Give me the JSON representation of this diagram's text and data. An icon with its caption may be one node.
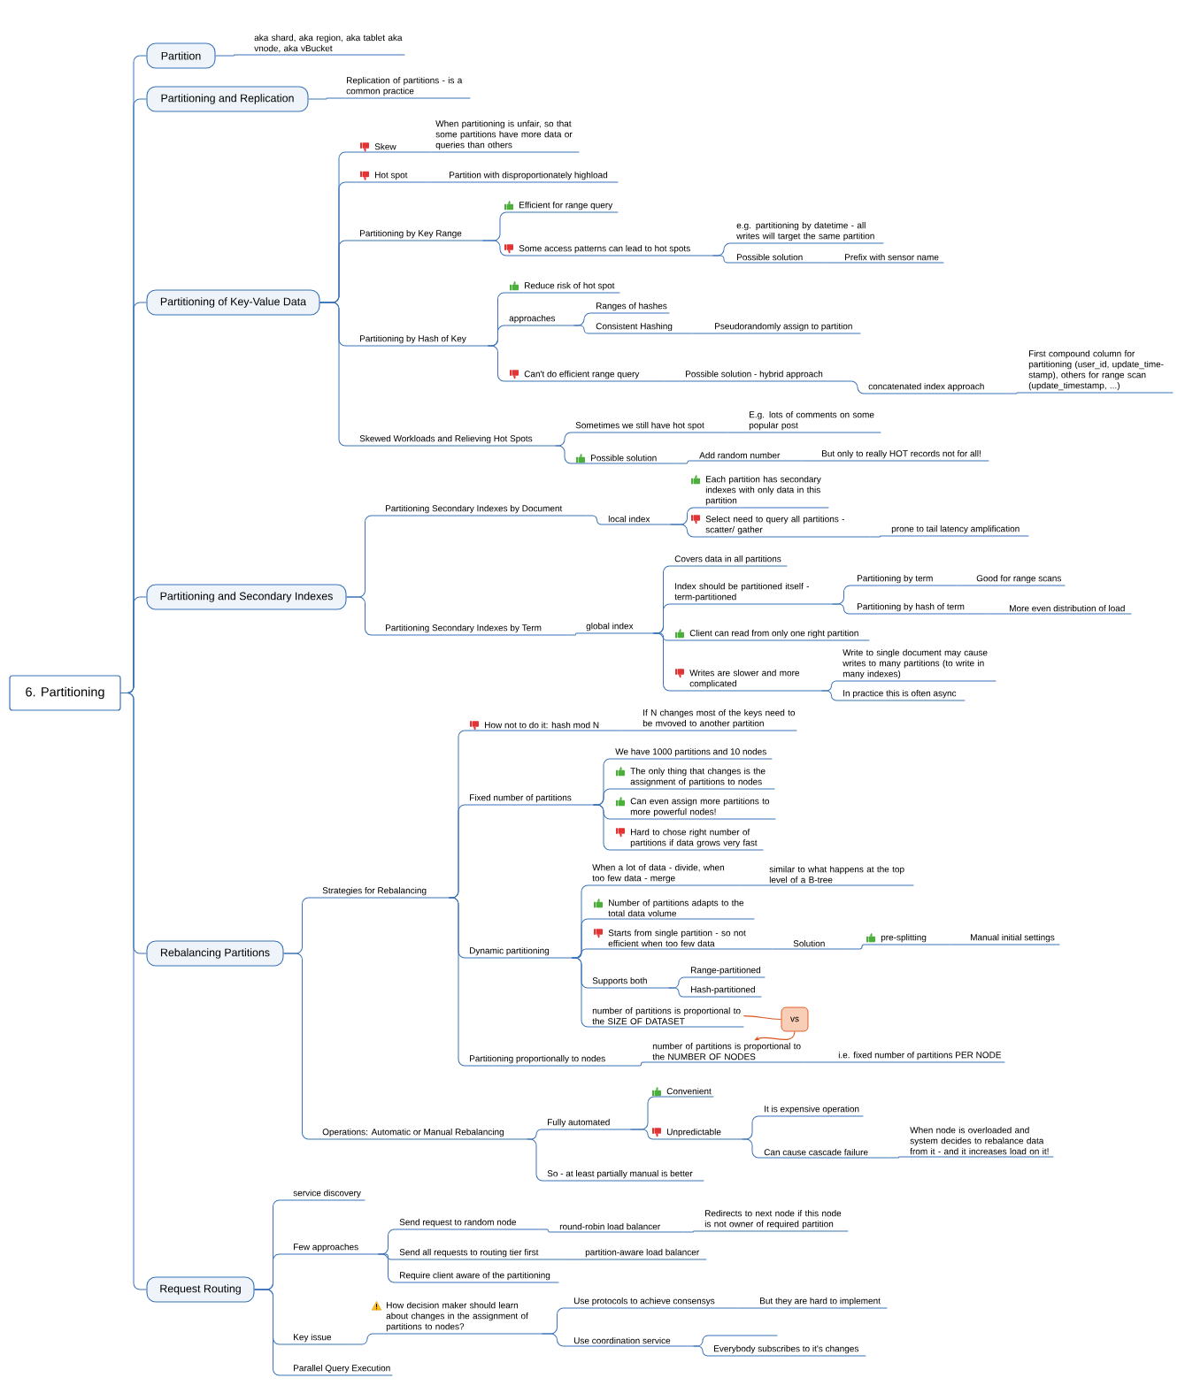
{
  "diagram": {
    "nodes": [
      {
        "text": [
          "6. Partitioning"
        ]
      },
      {
        "text": [
          "Partition"
        ]
      },
      {
        "text": [
          "aka shard, aka region, aka tablet aka vnode, aka vBucket"
        ]
      },
      {
        "text": [
          "Partitioning and Replication"
        ]
      },
      {
        "text": [
          "Replication of partitions - is a common practice"
        ]
      },
      {
        "text": [
          "Partitioning of Key-Value Data"
        ]
      },
      {
        "text": [
          "Skew"
        ]
      },
      {
        "text": [
          "When partitioning is unfair, so that some partitions have more data or queries than others"
        ]
      },
      {
        "text": [
          "Hot spot"
        ]
      },
      {
        "text": [
          "Partition with disproportionately highload"
        ]
      },
      {
        "text": [
          "Partitioning by Key Range"
        ]
      },
      {
        "text": [
          "Efficient for range query"
        ]
      },
      {
        "text": [
          "Some access patterns can lead to hot spots"
        ]
      },
      {
        "text": [
          "e.g. partitioning by datetime - all writes will target the same partition"
        ]
      },
      {
        "text": [
          "Possible solution"
        ]
      },
      {
        "text": [
          "Prefix with sensor name"
        ]
      },
      {
        "text": [
          "Partitioning by Hash of Key"
        ]
      },
      {
        "text": [
          "Reduce risk of hot spot"
        ]
      },
      {
        "text": [
          "approaches"
        ]
      },
      {
        "text": [
          "Ranges of hashes"
        ]
      },
      {
        "text": [
          "Consistent Hashing"
        ]
      },
      {
        "text": [
          "Pseudorandomly assign to partition"
        ]
      },
      {
        "text": [
          "Can't do efficient range query"
        ]
      },
      {
        "text": [
          "Possible solution - hybrid approach"
        ]
      },
      {
        "text": [
          "concatenated index approach"
        ]
      },
      {
        "text": [
          "First compound column for partitioning (user_id, update_time-stamp), others for range scan (update_timestamp, ...)"
        ]
      },
      {
        "text": [
          "Skewed Workloads and Relieving Hot Spots"
        ]
      },
      {
        "text": [
          "Sometimes we still have hot spot"
        ]
      },
      {
        "text": [
          "E.g. lots of comments on some popular post"
        ]
      },
      {
        "text": [
          "Possible solution"
        ]
      },
      {
        "text": [
          "Add random number"
        ]
      },
      {
        "text": [
          "But only to really HOT records not for all!"
        ]
      },
      {
        "text": [
          "Partitioning and Secondary Indexes"
        ]
      },
      {
        "text": [
          "Partitioning Secondary Indexes by Document"
        ]
      },
      {
        "text": [
          "local index"
        ]
      },
      {
        "text": [
          "Each partition has secondary indexes with only data in this partition"
        ]
      },
      {
        "text": [
          "Select need to query all partitions - scatter/ gather"
        ]
      },
      {
        "text": [
          "prone to tail latency amplification"
        ]
      },
      {
        "text": [
          "Partitioning Secondary Indexes by Term"
        ]
      },
      {
        "text": [
          "global index"
        ]
      },
      {
        "text": [
          "Covers data in all partitions"
        ]
      },
      {
        "text": [
          "Index should be partitioned itself - term-partitioned"
        ]
      },
      {
        "text": [
          "Partitioning by term"
        ]
      },
      {
        "text": [
          "Good for range scans"
        ]
      },
      {
        "text": [
          "Partitioning by hash of term"
        ]
      },
      {
        "text": [
          "More even distribution of load"
        ]
      },
      {
        "text": [
          "Client can read from only one right partition"
        ]
      },
      {
        "text": [
          "Writes are slower and more complicated"
        ]
      },
      {
        "text": [
          "Write to single document may cause writes to many partitions (to write in many indexes)"
        ]
      },
      {
        "text": [
          "In practice this is often async"
        ]
      },
      {
        "text": [
          "Rebalancing Partitions"
        ]
      },
      {
        "text": [
          "Strategies for Rebalancing"
        ]
      },
      {
        "text": [
          "How not to do it: hash mod N"
        ]
      },
      {
        "text": [
          "If N changes most of the keys need to be mvoved to another partition"
        ]
      },
      {
        "text": [
          "Fixed number of partitions"
        ]
      },
      {
        "text": [
          "We have 1000 partitions and 10 nodes"
        ]
      },
      {
        "text": [
          "The only thing that changes is the assignment of partitions to nodes"
        ]
      },
      {
        "text": [
          "Can even assign more partitions to more powerful nodes!"
        ]
      },
      {
        "text": [
          "Hard to chose right number of partitions if data grows very fast"
        ]
      },
      {
        "text": [
          "Dynamic partitioning"
        ]
      },
      {
        "text": [
          "When a lot of data - divide, when too few data - merge"
        ]
      },
      {
        "text": [
          "similar to what happens at the top level of a B-tree"
        ]
      },
      {
        "text": [
          "Number of partitions adapts to the total data volume"
        ]
      },
      {
        "text": [
          "Starts from single partition - so not efficient when too few data"
        ]
      },
      {
        "text": [
          "Solution"
        ]
      },
      {
        "text": [
          "pre-splitting"
        ]
      },
      {
        "text": [
          "Manual initial settings"
        ]
      },
      {
        "text": [
          "Supports both"
        ]
      },
      {
        "text": [
          "Range-partitioned"
        ]
      },
      {
        "text": [
          "Hash-partitioned"
        ]
      },
      {
        "text": [
          "number of partitions is proportional to the SIZE OF DATASET"
        ]
      },
      {
        "text": [
          "vs"
        ]
      },
      {
        "text": [
          "Partitioning proportionally to nodes"
        ]
      },
      {
        "text": [
          "number of partitions is proportional to the NUMBER OF NODES"
        ]
      },
      {
        "text": [
          "i.e. fixed number of partitions PER NODE"
        ]
      },
      {
        "text": [
          "Operations: Automatic or Manual Rebalancing"
        ]
      },
      {
        "text": [
          "Fully automated"
        ]
      },
      {
        "text": [
          "Convenient"
        ]
      },
      {
        "text": [
          "Unpredictable"
        ]
      },
      {
        "text": [
          "It is expensive operation"
        ]
      },
      {
        "text": [
          "Can cause cascade failure"
        ]
      },
      {
        "text": [
          "When node is overloaded and system decides to rebalance data from it - and it increases load on it!"
        ]
      },
      {
        "text": [
          "So - at least partially manual is better"
        ]
      },
      {
        "text": [
          "Request Routing"
        ]
      },
      {
        "text": [
          "service discovery"
        ]
      },
      {
        "text": [
          "Few approaches"
        ]
      },
      {
        "text": [
          "Send request to random node"
        ]
      },
      {
        "text": [
          "round-robin load balancer"
        ]
      },
      {
        "text": [
          "Redirects to next node if this node is not owner of required partition"
        ]
      },
      {
        "text": [
          "Send all requests to routing tier first"
        ]
      },
      {
        "text": [
          "partition-aware load balancer"
        ]
      },
      {
        "text": [
          "Require client aware of the partitioning"
        ]
      },
      {
        "text": [
          "Key issue"
        ]
      },
      {
        "text": [
          "How decision maker should learn about changes in the assignment of partitions to nodes?"
        ]
      },
      {
        "text": [
          "Use protocols to achieve consensys"
        ]
      },
      {
        "text": [
          "But they are hard to implement"
        ]
      },
      {
        "text": [
          "Use coordination service"
        ]
      },
      {
        "text": [],
        "shape": "line"
      },
      {
        "text": [
          "Everybody subscribes to it's changes"
        ]
      },
      {
        "text": [
          "Parallel Query Execution"
        ]
      }
    ],
    "edges": [
      {
        "from": 0,
        "to": 1,
        "arrow": "none"
      },
      {
        "from": 1,
        "to": 2,
        "arrow": "none"
      },
      {
        "from": 0,
        "to": 3,
        "arrow": "none"
      },
      {
        "from": 3,
        "to": 4,
        "arrow": "none"
      },
      {
        "from": 0,
        "to": 5,
        "arrow": "none"
      },
      {
        "from": 5,
        "to": 6,
        "arrow": "none"
      },
      {
        "from": 6,
        "to": 7,
        "arrow": "none"
      },
      {
        "from": 5,
        "to": 8,
        "arrow": "none"
      },
      {
        "from": 8,
        "to": 9,
        "arrow": "none"
      },
      {
        "from": 5,
        "to": 10,
        "arrow": "none"
      },
      {
        "from": 10,
        "to": 11,
        "arrow": "none"
      },
      {
        "from": 10,
        "to": 12,
        "arrow": "none"
      },
      {
        "from": 12,
        "to": 13,
        "arrow": "none"
      },
      {
        "from": 12,
        "to": 14,
        "arrow": "none"
      },
      {
        "from": 14,
        "to": 15,
        "arrow": "none"
      },
      {
        "from": 5,
        "to": 16,
        "arrow": "none"
      },
      {
        "from": 16,
        "to": 17,
        "arrow": "none"
      },
      {
        "from": 16,
        "to": 18,
        "arrow": "none"
      },
      {
        "from": 18,
        "to": 19,
        "arrow": "none"
      },
      {
        "from": 18,
        "to": 20,
        "arrow": "none"
      },
      {
        "from": 20,
        "to": 21,
        "arrow": "none"
      },
      {
        "from": 16,
        "to": 22,
        "arrow": "none"
      },
      {
        "from": 22,
        "to": 23,
        "arrow": "none"
      },
      {
        "from": 23,
        "to": 24,
        "arrow": "none"
      },
      {
        "from": 24,
        "to": 25,
        "arrow": "none"
      },
      {
        "from": 5,
        "to": 26,
        "arrow": "none"
      },
      {
        "from": 26,
        "to": 27,
        "arrow": "none"
      },
      {
        "from": 27,
        "to": 28,
        "arrow": "none"
      },
      {
        "from": 26,
        "to": 29,
        "arrow": "none"
      },
      {
        "from": 29,
        "to": 30,
        "arrow": "none"
      },
      {
        "from": 30,
        "to": 31,
        "arrow": "none"
      },
      {
        "from": 0,
        "to": 32,
        "arrow": "none"
      },
      {
        "from": 32,
        "to": 33,
        "arrow": "none"
      },
      {
        "from": 33,
        "to": 34,
        "arrow": "none"
      },
      {
        "from": 34,
        "to": 35,
        "arrow": "none"
      },
      {
        "from": 34,
        "to": 36,
        "arrow": "none"
      },
      {
        "from": 36,
        "to": 37,
        "arrow": "none"
      },
      {
        "from": 32,
        "to": 38,
        "arrow": "none"
      },
      {
        "from": 38,
        "to": 39,
        "arrow": "none"
      },
      {
        "from": 39,
        "to": 40,
        "arrow": "none"
      },
      {
        "from": 39,
        "to": 41,
        "arrow": "none"
      },
      {
        "from": 41,
        "to": 42,
        "arrow": "none"
      },
      {
        "from": 42,
        "to": 43,
        "arrow": "none"
      },
      {
        "from": 41,
        "to": 44,
        "arrow": "none"
      },
      {
        "from": 44,
        "to": 45,
        "arrow": "none"
      },
      {
        "from": 39,
        "to": 46,
        "arrow": "none"
      },
      {
        "from": 39,
        "to": 47,
        "arrow": "none"
      },
      {
        "from": 47,
        "to": 48,
        "arrow": "none"
      },
      {
        "from": 47,
        "to": 49,
        "arrow": "none"
      },
      {
        "from": 0,
        "to": 50,
        "arrow": "none"
      },
      {
        "from": 50,
        "to": 51,
        "arrow": "none"
      },
      {
        "from": 51,
        "to": 52,
        "arrow": "none"
      },
      {
        "from": 52,
        "to": 53,
        "arrow": "none"
      },
      {
        "from": 51,
        "to": 54,
        "arrow": "none"
      },
      {
        "from": 54,
        "to": 55,
        "arrow": "none"
      },
      {
        "from": 54,
        "to": 56,
        "arrow": "none"
      },
      {
        "from": 54,
        "to": 57,
        "arrow": "none"
      },
      {
        "from": 54,
        "to": 58,
        "arrow": "none"
      },
      {
        "from": 51,
        "to": 59,
        "arrow": "none"
      },
      {
        "from": 59,
        "to": 60,
        "arrow": "none"
      },
      {
        "from": 60,
        "to": 61,
        "arrow": "none"
      },
      {
        "from": 59,
        "to": 62,
        "arrow": "none"
      },
      {
        "from": 59,
        "to": 63,
        "arrow": "none"
      },
      {
        "from": 63,
        "to": 64,
        "arrow": "none"
      },
      {
        "from": 64,
        "to": 65,
        "arrow": "none"
      },
      {
        "from": 65,
        "to": 66,
        "arrow": "none"
      },
      {
        "from": 59,
        "to": 67,
        "arrow": "none"
      },
      {
        "from": 67,
        "to": 68,
        "arrow": "none"
      },
      {
        "from": 67,
        "to": 69,
        "arrow": "none"
      },
      {
        "from": 59,
        "to": 70,
        "arrow": "none"
      },
      {
        "from": 70,
        "to": 71,
        "arrow": "none",
        "color": "#d9541e"
      },
      {
        "from": 71,
        "to": 73,
        "arrow": "to",
        "color": "#d9541e"
      },
      {
        "from": 51,
        "to": 72,
        "arrow": "none"
      },
      {
        "from": 72,
        "to": 73,
        "arrow": "none"
      },
      {
        "from": 73,
        "to": 74,
        "arrow": "none"
      },
      {
        "from": 50,
        "to": 75,
        "arrow": "none"
      },
      {
        "from": 75,
        "to": 76,
        "arrow": "none"
      },
      {
        "from": 76,
        "to": 77,
        "arrow": "none"
      },
      {
        "from": 76,
        "to": 78,
        "arrow": "none"
      },
      {
        "from": 78,
        "to": 79,
        "arrow": "none"
      },
      {
        "from": 78,
        "to": 80,
        "arrow": "none"
      },
      {
        "from": 80,
        "to": 81,
        "arrow": "none"
      },
      {
        "from": 75,
        "to": 82,
        "arrow": "none"
      },
      {
        "from": 0,
        "to": 83,
        "arrow": "none"
      },
      {
        "from": 83,
        "to": 84,
        "arrow": "none"
      },
      {
        "from": 83,
        "to": 85,
        "arrow": "none"
      },
      {
        "from": 85,
        "to": 86,
        "arrow": "none"
      },
      {
        "from": 86,
        "to": 87,
        "arrow": "none"
      },
      {
        "from": 87,
        "to": 88,
        "arrow": "none"
      },
      {
        "from": 85,
        "to": 89,
        "arrow": "none"
      },
      {
        "from": 89,
        "to": 90,
        "arrow": "none"
      },
      {
        "from": 85,
        "to": 91,
        "arrow": "none"
      },
      {
        "from": 83,
        "to": 92,
        "arrow": "none"
      },
      {
        "from": 92,
        "to": 93,
        "arrow": "none"
      },
      {
        "from": 93,
        "to": 94,
        "arrow": "none"
      },
      {
        "from": 94,
        "to": 95,
        "arrow": "none"
      },
      {
        "from": 93,
        "to": 96,
        "arrow": "none"
      },
      {
        "from": 96,
        "to": 97,
        "arrow": "none"
      },
      {
        "from": 96,
        "to": 98,
        "arrow": "none"
      },
      {
        "from": 83,
        "to": 99,
        "arrow": "none"
      }
    ]
  }
}
